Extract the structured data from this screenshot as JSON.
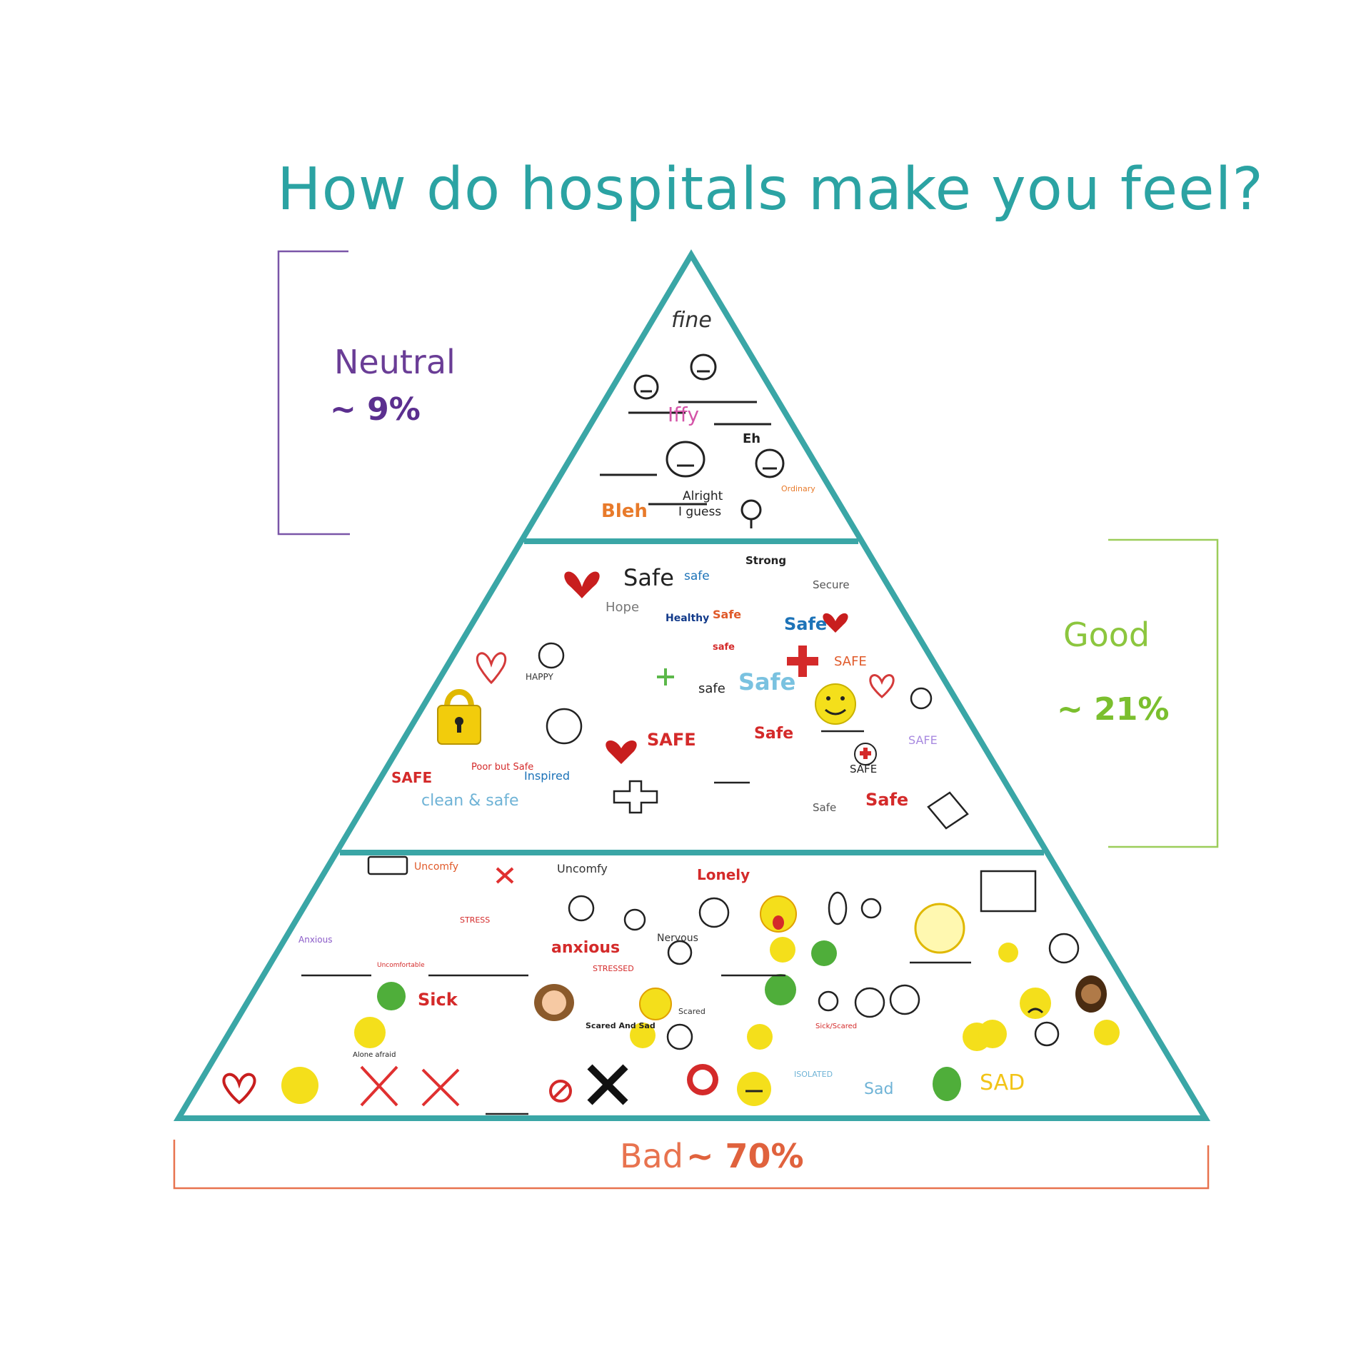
{
  "title": "How do hospitals make you feel?",
  "tiers": [
    {
      "name": "Neutral",
      "percent": "~ 9%",
      "color": "#6a3d96"
    },
    {
      "name": "Good",
      "percent": "~ 21%",
      "color": "#8cc63e"
    },
    {
      "name": "Bad",
      "percent": "~ 70%",
      "color": "#e8734f"
    }
  ],
  "outline_color": "#3aa6a6",
  "neutral_words": [
    "fine",
    "Iffy",
    "Eh",
    "Bleh",
    "Alright",
    "I guess",
    "Ordinary"
  ],
  "good_words": [
    "Safe",
    "safe",
    "Strong",
    "Secure",
    "Hope",
    "Healthy",
    "Safe",
    "safe",
    "Safe",
    "HAPPY",
    "safe",
    "Safe",
    "SAFE",
    "SAFE",
    "Safe",
    "Poor but Safe",
    "Inspired",
    "clean & safe",
    "SAFE",
    "Safe",
    "SAFE",
    "Safe",
    "SAFE"
  ],
  "bad_words": [
    "Uncomfy",
    "Uncomfy",
    "Lonely",
    "Nervous",
    "Anxious",
    "anxious",
    "Uncomfortable",
    "Sick",
    "Scared",
    "Scared And Sad",
    "Alone afraid",
    "Sick/Scared",
    "ISOLATED",
    "Sad",
    "SAD",
    "STRESS",
    "STRESSED"
  ]
}
